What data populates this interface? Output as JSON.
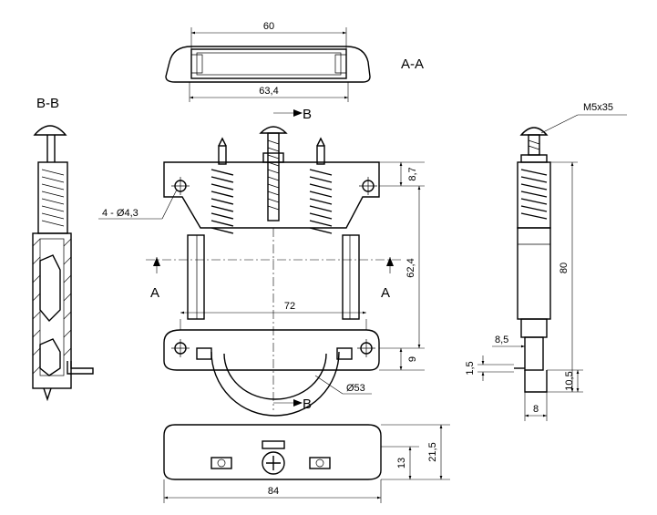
{
  "labels": {
    "section_aa": "A-A",
    "section_bb": "B-B",
    "cut_a": "A",
    "cut_b": "B"
  },
  "dimensions": {
    "width_60": "60",
    "width_63_4": "63,4",
    "holes": "4 - Ø4,3",
    "bolt": "M5x35",
    "h_8_7": "8,7",
    "h_62_4": "62,4",
    "h_80": "80",
    "w_72": "72",
    "h_9": "9",
    "w_8_5": "8,5",
    "t_1_5": "1,5",
    "h_10_5": "10,5",
    "w_8": "8",
    "dia_53": "Ø53",
    "h_13": "13",
    "h_21_5": "21,5",
    "w_84": "84"
  },
  "colors": {
    "line": "#000000",
    "background": "#ffffff"
  }
}
